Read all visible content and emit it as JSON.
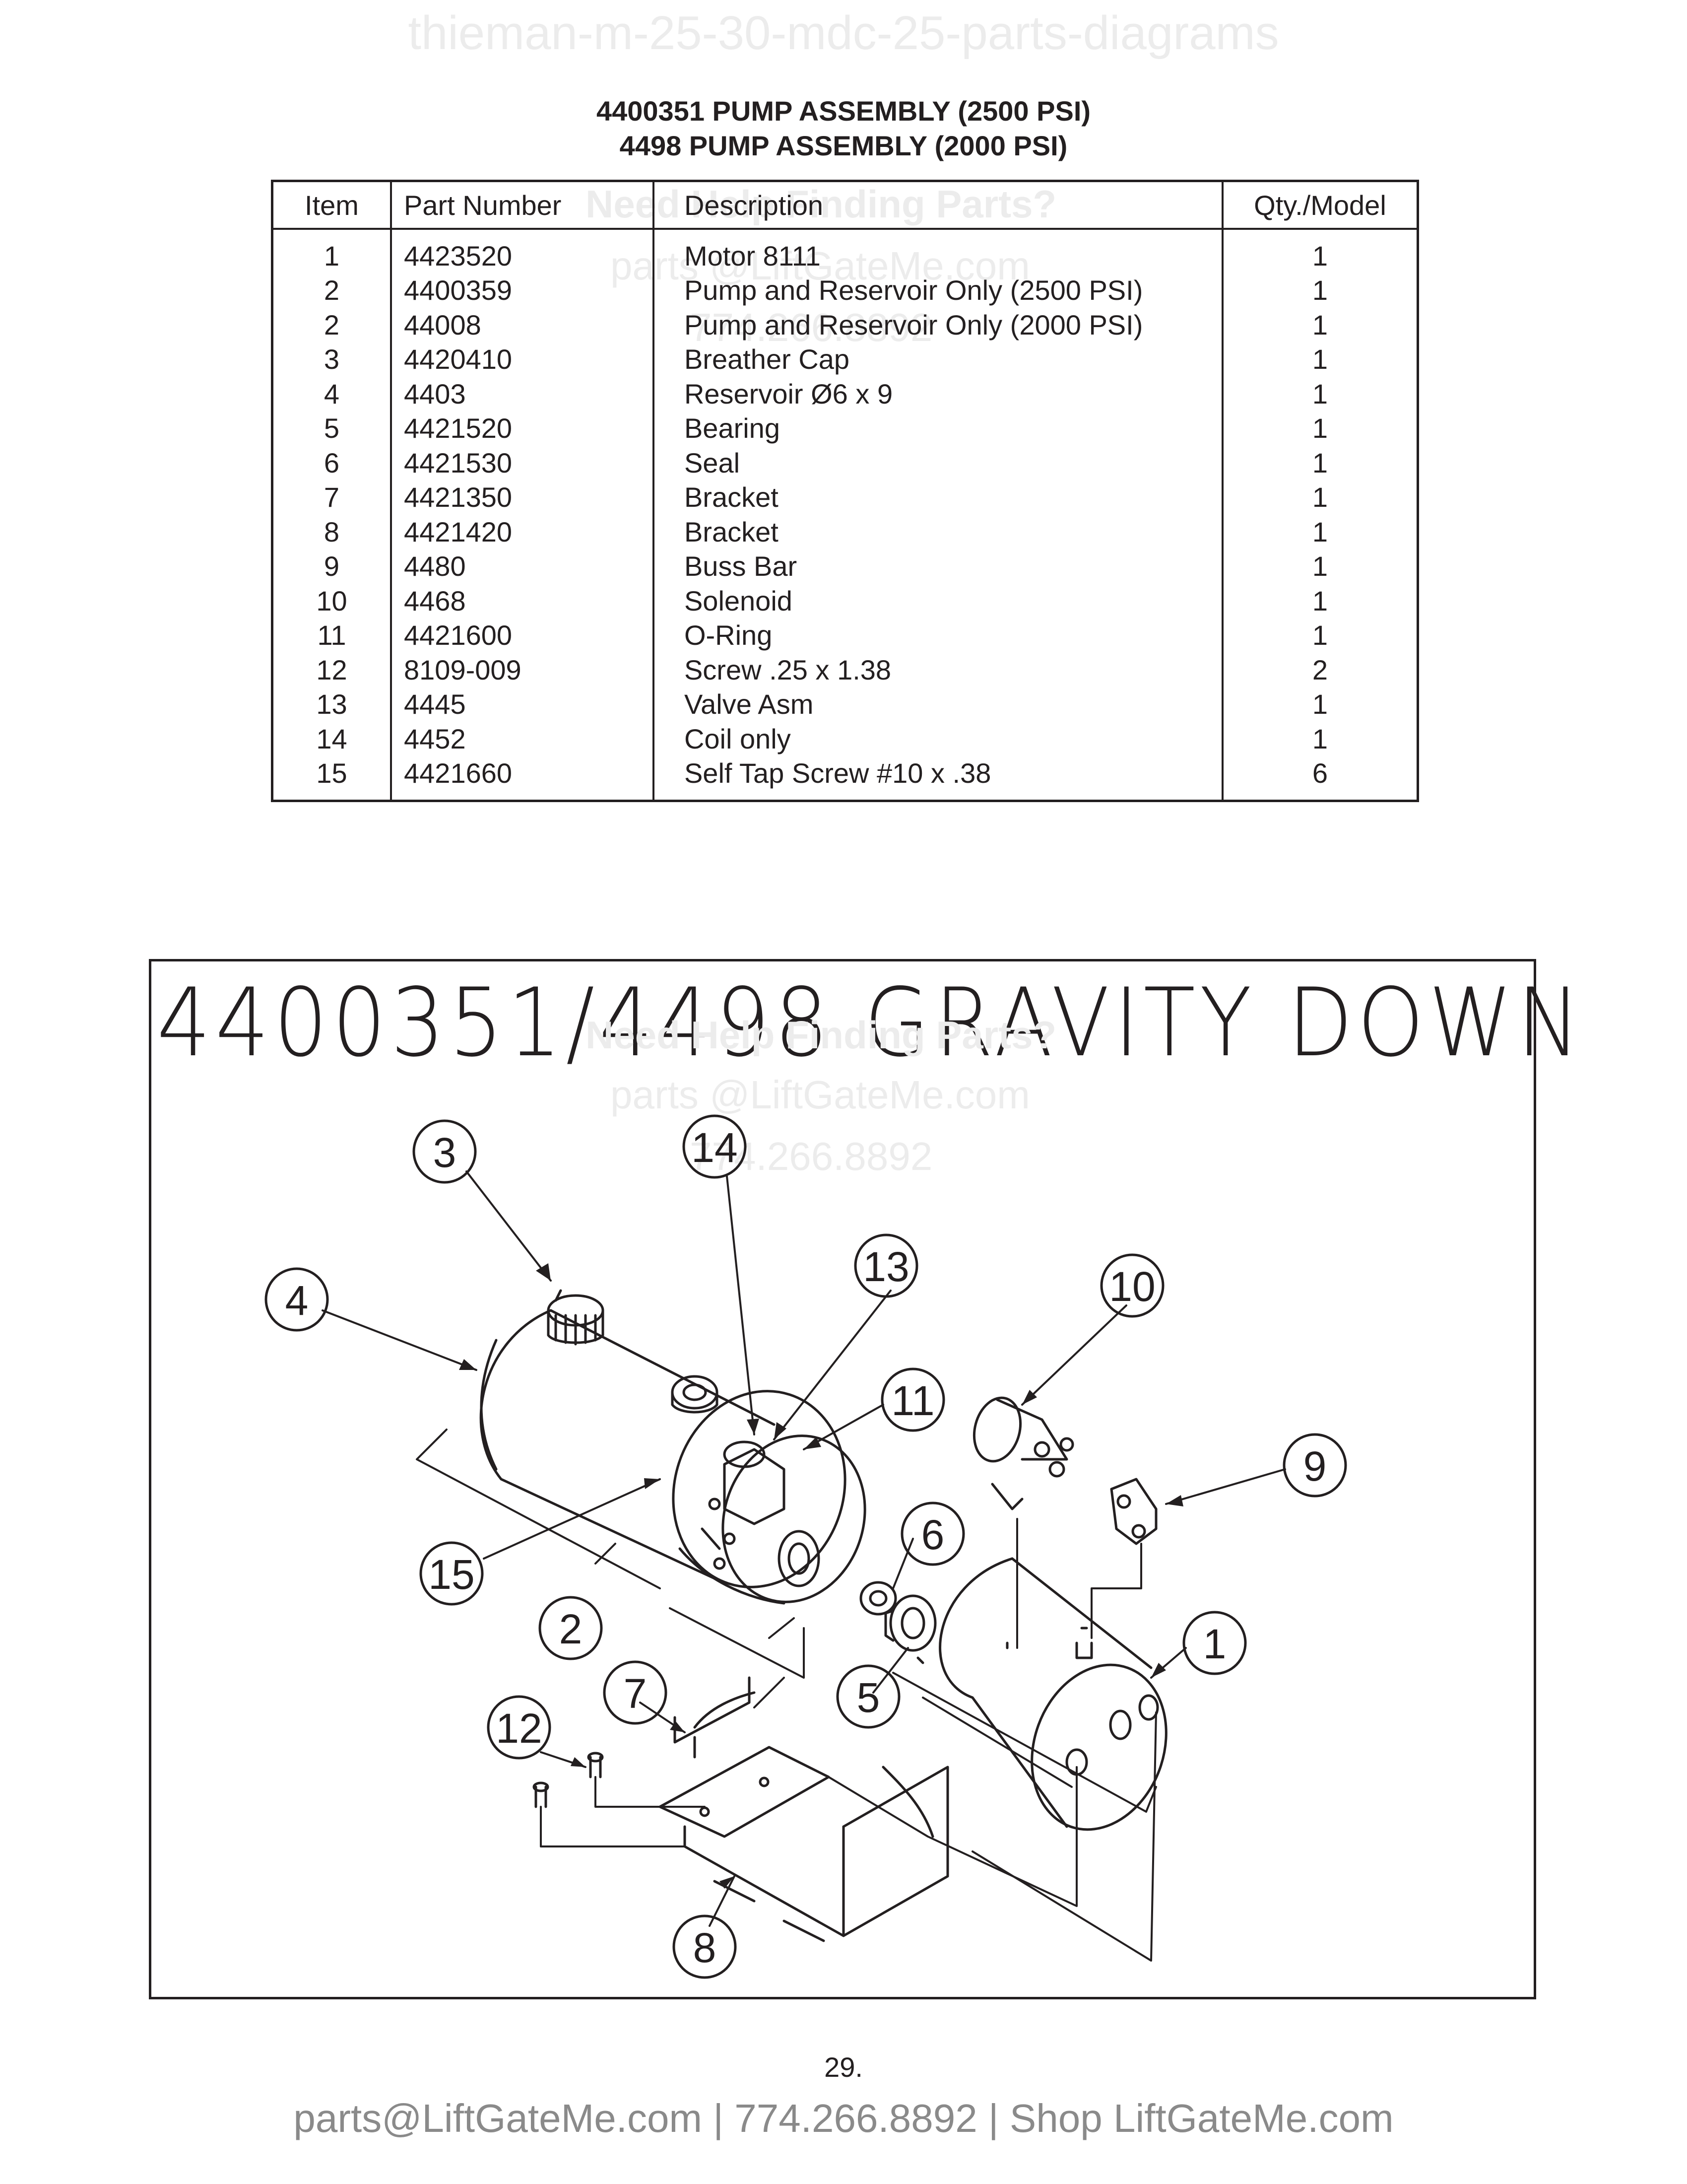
{
  "watermark": {
    "top": "thieman-m-25-30-mdc-25-parts-diagrams",
    "line1": "Need Help Finding Parts?",
    "line2": "parts @LiftGateMe.com",
    "line3": "774.266.8892"
  },
  "titles": {
    "line1": "4400351 PUMP ASSEMBLY (2500 PSI)",
    "line2": "4498 PUMP ASSEMBLY (2000 PSI)"
  },
  "table": {
    "headers": [
      "Item",
      "Part Number",
      "Description",
      "Qty./Model"
    ],
    "rows": [
      [
        "1",
        "4423520",
        "Motor 8111",
        "1"
      ],
      [
        "2",
        "4400359",
        "Pump and Reservoir Only (2500 PSI)",
        "1"
      ],
      [
        "2",
        "44008",
        "Pump and Reservoir Only (2000 PSI)",
        "1"
      ],
      [
        "3",
        "4420410",
        "Breather Cap",
        "1"
      ],
      [
        "4",
        "4403",
        "Reservoir Ø6 x 9",
        "1"
      ],
      [
        "5",
        "4421520",
        "Bearing",
        "1"
      ],
      [
        "6",
        "4421530",
        "Seal",
        "1"
      ],
      [
        "7",
        "4421350",
        "Bracket",
        "1"
      ],
      [
        "8",
        "4421420",
        "Bracket",
        "1"
      ],
      [
        "9",
        "4480",
        "Buss Bar",
        "1"
      ],
      [
        "10",
        "4468",
        "Solenoid",
        "1"
      ],
      [
        "11",
        "4421600",
        "O-Ring",
        "1"
      ],
      [
        "12",
        "8109-009",
        "Screw .25 x 1.38",
        "2"
      ],
      [
        "13",
        "4445",
        "Valve Asm",
        "1"
      ],
      [
        "14",
        "4452",
        "Coil only",
        "1"
      ],
      [
        "15",
        "4421660",
        "Self Tap Screw #10 x .38",
        "6"
      ]
    ]
  },
  "diagram": {
    "title": "4400351/4498 GRAVITY DOWN",
    "callouts": [
      "1",
      "2",
      "3",
      "4",
      "5",
      "6",
      "7",
      "8",
      "9",
      "10",
      "11",
      "12",
      "13",
      "14",
      "15"
    ]
  },
  "page_number": "29.",
  "footer": "parts@LiftGateMe.com | 774.266.8892 | Shop LiftGateMe.com"
}
